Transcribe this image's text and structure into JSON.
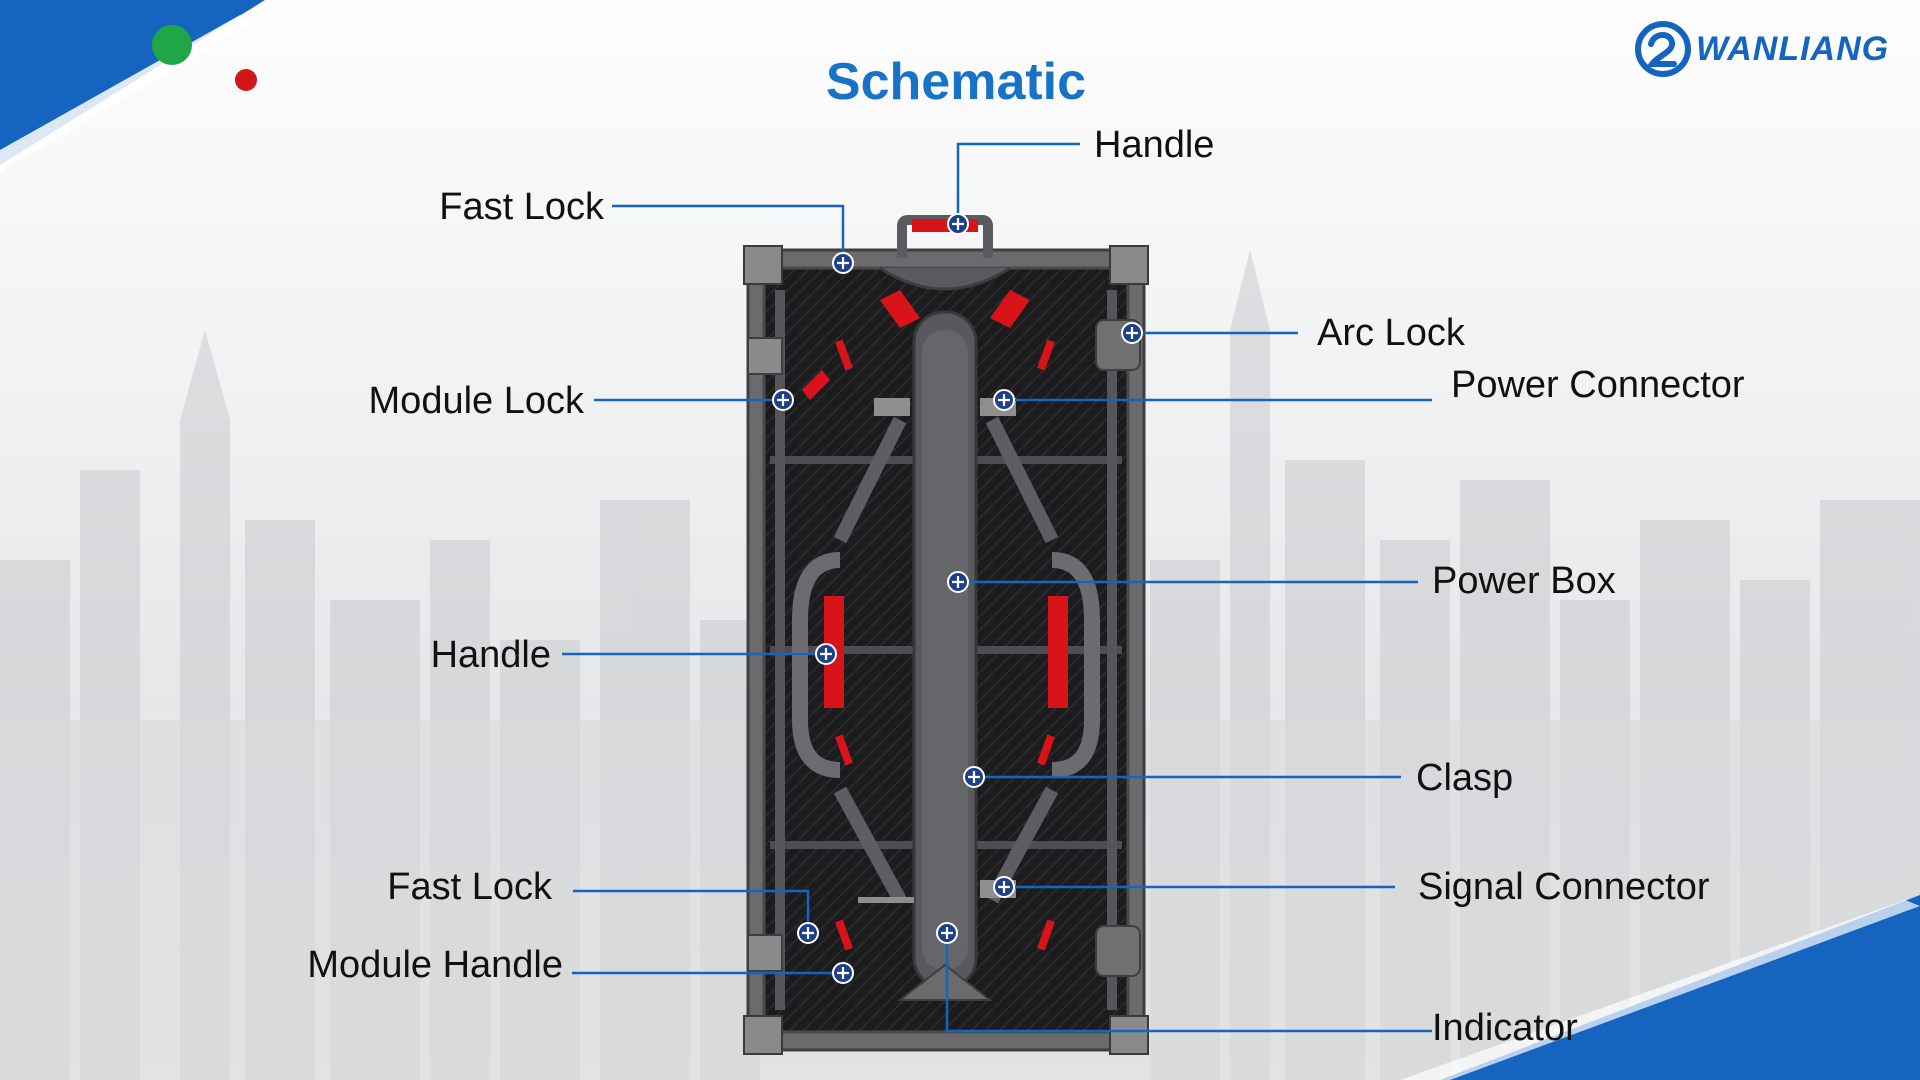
{
  "slide": {
    "title": "Schematic",
    "brand": "WANLIANG"
  },
  "colors": {
    "accent_blue": "#1565c0",
    "title_blue": "#1673c8",
    "frame_dark": "#2a2a2c",
    "frame_grey": "#6b6b6e",
    "handle_red": "#d8141a",
    "dot_green": "#1fa648",
    "dot_red": "#d01818"
  },
  "callouts": [
    {
      "id": "handle-top",
      "label": "Handle"
    },
    {
      "id": "fast-lock-top",
      "label": "Fast Lock"
    },
    {
      "id": "arc-lock",
      "label": "Arc Lock"
    },
    {
      "id": "module-lock",
      "label": "Module Lock"
    },
    {
      "id": "power-connector",
      "label": "Power Connector"
    },
    {
      "id": "power-box",
      "label": "Power Box"
    },
    {
      "id": "handle-side",
      "label": "Handle"
    },
    {
      "id": "clasp",
      "label": "Clasp"
    },
    {
      "id": "fast-lock-bottom",
      "label": "Fast Lock"
    },
    {
      "id": "signal-connector",
      "label": "Signal Connector"
    },
    {
      "id": "module-handle",
      "label": "Module Handle"
    },
    {
      "id": "indicator",
      "label": "Indicator"
    }
  ]
}
